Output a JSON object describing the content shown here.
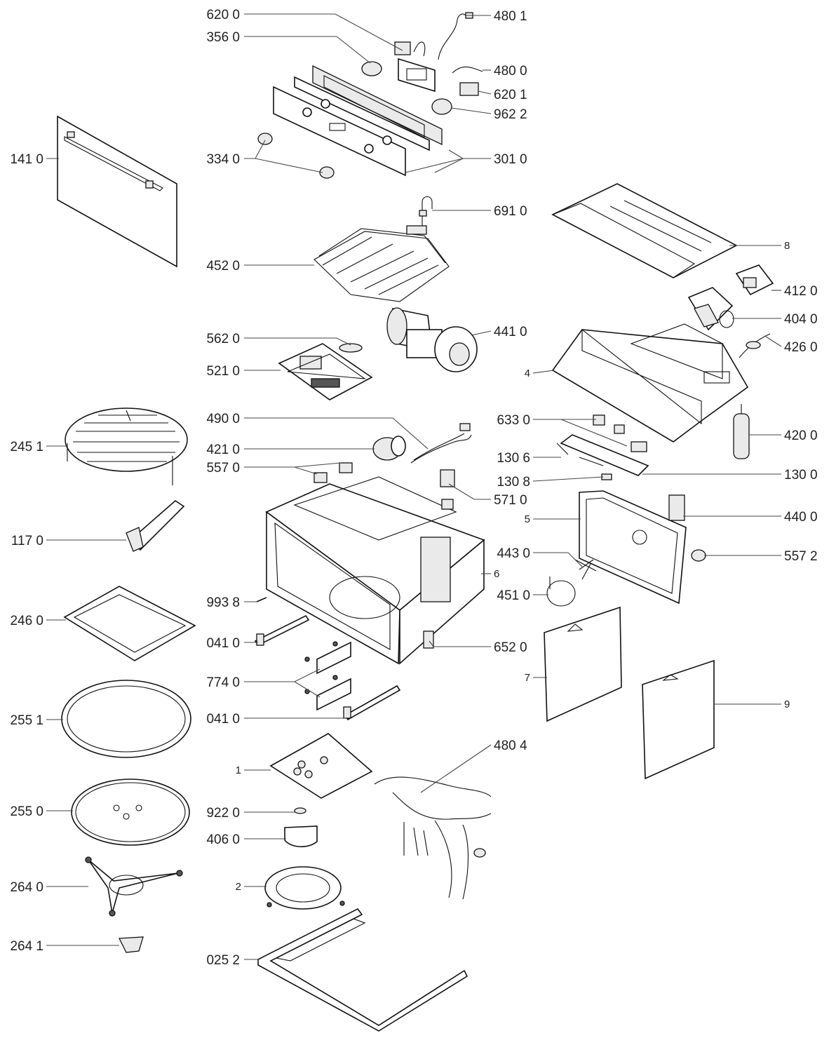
{
  "labels": {
    "l6200": "620 0",
    "l3560": "356 0",
    "l4801": "480 1",
    "l4800": "480 0",
    "l6201": "620 1",
    "l9622": "962 2",
    "l1410": "141 0",
    "l3340": "334 0",
    "l3010": "301 0",
    "l6910": "691 0",
    "l8": "8",
    "l4520": "452 0",
    "l4120": "412 0",
    "l4040": "404 0",
    "l4410": "441 0",
    "l5620": "562 0",
    "l4260": "426 0",
    "l5210": "521 0",
    "l4": "4",
    "l4900": "490 0",
    "l6330": "633 0",
    "l2451": "245 1",
    "l4210": "421 0",
    "l4200": "420 0",
    "l1306": "130 6",
    "l5570": "557 0",
    "l1308": "130 8",
    "l1300": "130 0",
    "l5710": "571 0",
    "l5": "5",
    "l4400": "440 0",
    "l1170": "117 0",
    "l4430": "443 0",
    "l5572": "557 2",
    "l6": "6",
    "l4510": "451 0",
    "l9938": "993 8",
    "l2460": "246 0",
    "l0410a": "041 0",
    "l6520": "652 0",
    "l7": "7",
    "l7740": "774 0",
    "l9": "9",
    "l2551": "255 1",
    "l0410b": "041 0",
    "l4804": "480 4",
    "l1": "1",
    "l2550": "255 0",
    "l9220": "922 0",
    "l4060": "406 0",
    "l2640": "264 0",
    "l2": "2",
    "l2641": "264 1",
    "l0252": "025 2"
  }
}
